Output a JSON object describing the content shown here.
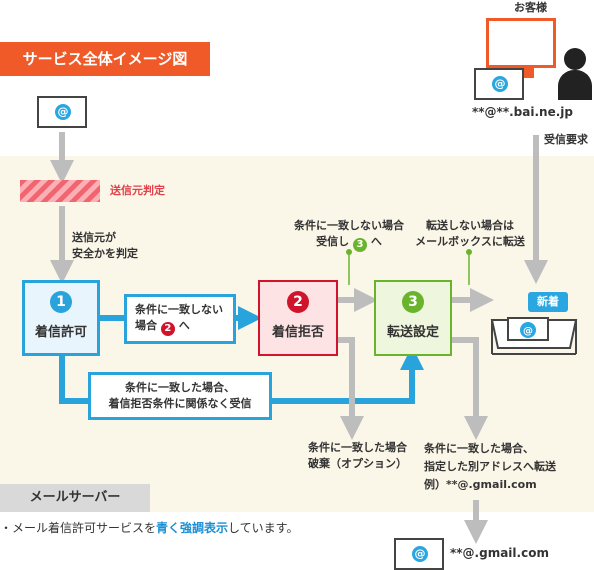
{
  "title": "サービス全体イメージ図",
  "customer": {
    "label": "お客様",
    "address": "**@**.bai.ne.jp",
    "request": "受信要求"
  },
  "sender_check": {
    "label": "送信元判定",
    "note_line1": "送信元が",
    "note_line2": "安全かを判定"
  },
  "steps": [
    {
      "number": "1",
      "label": "着信許可"
    },
    {
      "number": "2",
      "label": "着信拒否"
    },
    {
      "number": "3",
      "label": "転送設定"
    }
  ],
  "arrow_notes": {
    "mismatch_to2_line1": "条件に一致しない",
    "mismatch_to2_pre": "場合",
    "mismatch_to2_num": "2",
    "mismatch_to2_post": "へ",
    "match_to3_line1": "条件に一致した場合、",
    "match_to3_line2": "着信拒否条件に関係なく受信",
    "mismatch_to3_line1": "条件に一致しない場合",
    "mismatch_to3_pre": "受信し",
    "mismatch_to3_num": "3",
    "mismatch_to3_post": "へ",
    "no_forward_line1": "転送しない場合は",
    "no_forward_line2": "メールボックスに転送",
    "discard_line1": "条件に一致した場合",
    "discard_line2": "破棄（オプション）",
    "forward_line1": "条件に一致した場合、",
    "forward_line2": "指定した別アドレスへ転送",
    "forward_line3": "例）**@.gmail.com"
  },
  "mailbox": {
    "badge": "新着"
  },
  "server_label": "メールサーバー",
  "footer_note": {
    "pre": "・メール着信許可サービスを",
    "highlight": "青く強調表示",
    "post": "しています。"
  },
  "forward_address": "**@.gmail.com",
  "colors": {
    "orange": "#f05a28",
    "blue": "#29a3dc",
    "red": "#d0142c",
    "green": "#6ab42d",
    "gray": "#bdbdbd",
    "cream": "#fbf7e8"
  }
}
